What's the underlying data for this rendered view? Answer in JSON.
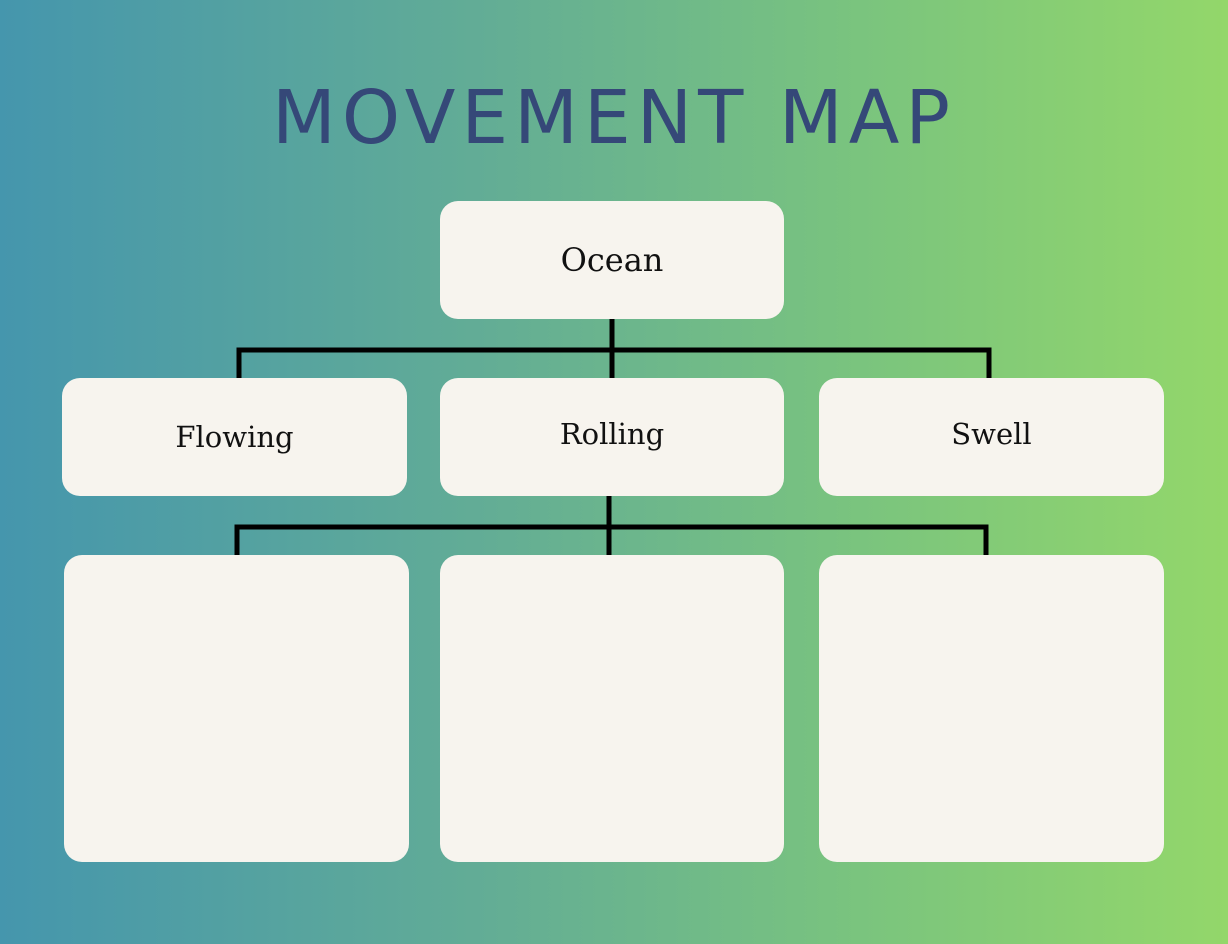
{
  "title": "MOVEMENT MAP",
  "colors": {
    "title": "#354878",
    "box": "#f7f4ee",
    "line": "#000000"
  },
  "root": {
    "label": "Ocean"
  },
  "children": [
    {
      "label": "Flowing"
    },
    {
      "label": "Rolling"
    },
    {
      "label": "Swell"
    }
  ],
  "grandchildren": [
    {
      "label": ""
    },
    {
      "label": ""
    },
    {
      "label": ""
    }
  ]
}
